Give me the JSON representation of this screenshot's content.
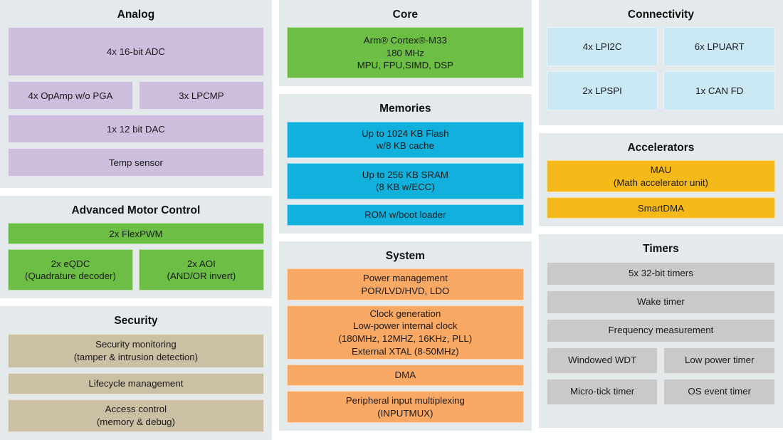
{
  "colors": {
    "panel_bg": "#e4e9ec",
    "page_bg": "#ffffff",
    "analog": "#cdbedd",
    "core_green": "#6cbe45",
    "motor_green": "#6cbe45",
    "security_tan": "#cbbfa4",
    "memories_blue": "#11b0dd",
    "system_orange": "#f9a964",
    "connectivity_blue": "#cbe8f5",
    "accelerators_amber": "#f6b91a",
    "timers_gray": "#c9c9c9"
  },
  "panels": {
    "analog": {
      "title": "Analog",
      "tiles": {
        "adc": "4x 16-bit ADC",
        "opamp": "4x OpAmp w/o PGA",
        "lpcmp": "3x LPCMP",
        "dac": "1x 12 bit DAC",
        "temp": "Temp sensor"
      }
    },
    "motor": {
      "title": "Advanced Motor Control",
      "tiles": {
        "flexpwm": "2x FlexPWM",
        "eqdc_line1": "2x eQDC",
        "eqdc_line2": "(Quadrature decoder)",
        "aoi_line1": "2x AOI",
        "aoi_line2": "(AND/OR invert)"
      }
    },
    "security": {
      "title": "Security",
      "tiles": {
        "monitoring_line1": "Security monitoring",
        "monitoring_line2": "(tamper & intrusion detection)",
        "lifecycle": "Lifecycle management",
        "access_line1": "Access control",
        "access_line2": "(memory & debug)"
      }
    },
    "core": {
      "title": "Core",
      "tiles": {
        "cpu_line1": "Arm® Cortex®-M33",
        "cpu_line2": "180 MHz",
        "cpu_line3": "MPU, FPU,SIMD, DSP"
      }
    },
    "memories": {
      "title": "Memories",
      "tiles": {
        "flash_line1": "Up to 1024 KB Flash",
        "flash_line2": "w/8 KB cache",
        "sram_line1": "Up to 256 KB SRAM",
        "sram_line2": "(8 KB w/ECC)",
        "rom": "ROM w/boot loader"
      }
    },
    "system": {
      "title": "System",
      "tiles": {
        "power_line1": "Power management",
        "power_line2": "POR/LVD/HVD, LDO",
        "clock_line1": "Clock generation",
        "clock_line2": "Low-power internal clock",
        "clock_line3": "(180MHz, 12MHZ, 16KHz, PLL)",
        "clock_line4": "External XTAL (8-50MHz)",
        "dma": "DMA",
        "inputmux_line1": "Peripheral input multiplexing",
        "inputmux_line2": "(INPUTMUX)"
      }
    },
    "connectivity": {
      "title": "Connectivity",
      "tiles": {
        "lpi2c": "4x LPI2C",
        "lpuart": "6x LPUART",
        "lpspi": "2x LPSPI",
        "canfd": "1x CAN FD"
      }
    },
    "accelerators": {
      "title": "Accelerators",
      "tiles": {
        "mau_line1": "MAU",
        "mau_line2": "(Math accelerator unit)",
        "smartdma": "SmartDMA"
      }
    },
    "timers": {
      "title": "Timers",
      "tiles": {
        "timers32": "5x 32-bit timers",
        "wake": "Wake timer",
        "freq": "Frequency measurement",
        "wdt": "Windowed WDT",
        "lptimer": "Low power timer",
        "microtick": "Micro-tick timer",
        "osevent": "OS event timer"
      }
    }
  }
}
